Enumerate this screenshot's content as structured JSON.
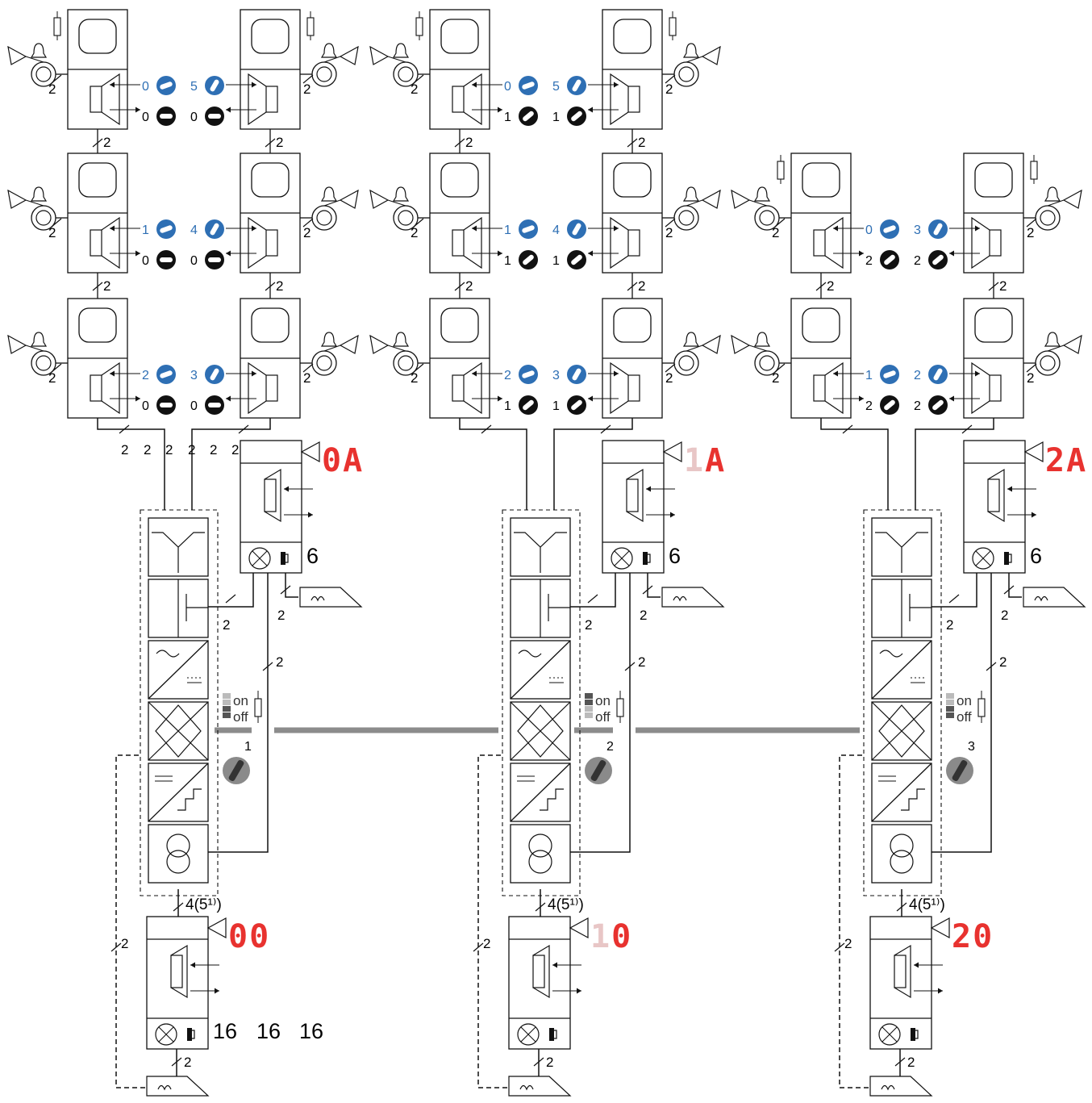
{
  "diagram": {
    "colors": {
      "line": "#111111",
      "blue_knob": "#2e6fb4",
      "black_knob": "#111111",
      "bus": "#8c8c8c",
      "display_red": "#e8322f",
      "display_dim": "#e8c6c6"
    },
    "wire_count": "2",
    "bus_wire_label": "4(5¹⁾)",
    "systems": [
      {
        "id": "system-0",
        "door_stations": [
          {
            "row": 1,
            "left": {
              "blue": "0",
              "black": "0"
            },
            "right": {
              "blue": "5",
              "black": "0"
            }
          },
          {
            "row": 2,
            "left": {
              "blue": "1",
              "black": "0"
            },
            "right": {
              "blue": "4",
              "black": "0"
            }
          },
          {
            "row": 3,
            "left": {
              "blue": "2",
              "black": "0"
            },
            "right": {
              "blue": "3",
              "black": "0"
            }
          }
        ],
        "upper_display": "0A",
        "lower_display": "00",
        "station_count_label": "6",
        "switch": {
          "on_label": "on",
          "off_label": "off",
          "state": "off"
        },
        "dial_value": "1",
        "bottom_count_labels": [
          "16",
          "16",
          "16"
        ],
        "riser_labels": [
          "2",
          "2",
          "2",
          "2",
          "2",
          "2"
        ]
      },
      {
        "id": "system-1",
        "door_stations": [
          {
            "row": 1,
            "left": {
              "blue": "0",
              "black": "1"
            },
            "right": {
              "blue": "5",
              "black": "1"
            }
          },
          {
            "row": 2,
            "left": {
              "blue": "1",
              "black": "1"
            },
            "right": {
              "blue": "4",
              "black": "1"
            }
          },
          {
            "row": 3,
            "left": {
              "blue": "2",
              "black": "1"
            },
            "right": {
              "blue": "3",
              "black": "1"
            }
          }
        ],
        "upper_display": "1A",
        "lower_display": "10",
        "station_count_label": "6",
        "switch": {
          "on_label": "on",
          "off_label": "off",
          "state": "on"
        },
        "dial_value": "2"
      },
      {
        "id": "system-2",
        "door_stations": [
          {
            "row": 2,
            "left": {
              "blue": "0",
              "black": "2"
            },
            "right": {
              "blue": "3",
              "black": "2"
            }
          },
          {
            "row": 3,
            "left": {
              "blue": "1",
              "black": "2"
            },
            "right": {
              "blue": "2",
              "black": "2"
            }
          }
        ],
        "upper_display": "2A",
        "lower_display": "20",
        "station_count_label": "6",
        "switch": {
          "on_label": "on",
          "off_label": "off",
          "state": "off"
        },
        "dial_value": "3"
      }
    ]
  }
}
